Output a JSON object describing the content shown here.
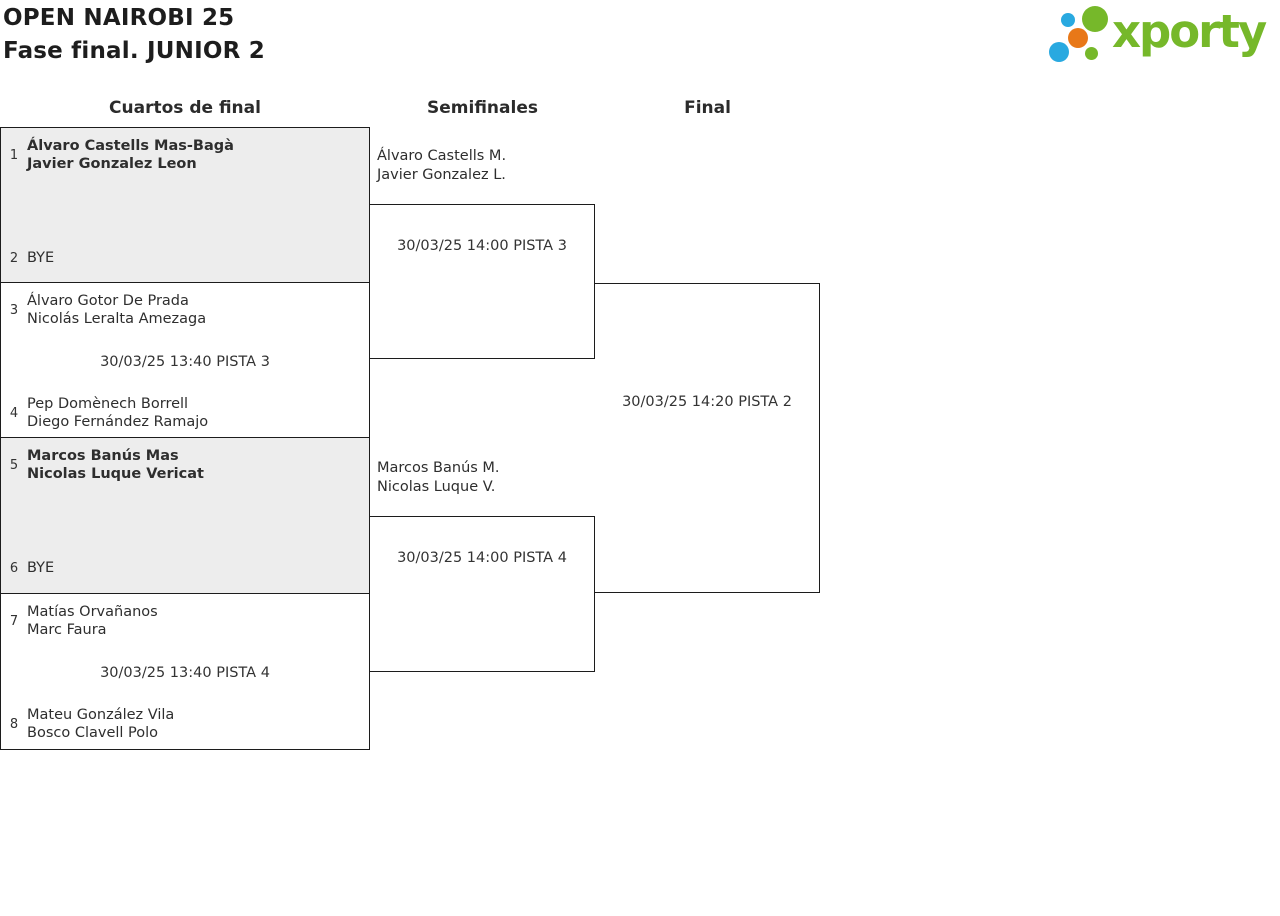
{
  "page": {
    "title_line1": "OPEN NAIROBI 25",
    "title_line2": "Fase final. JUNIOR 2"
  },
  "logo": {
    "wordmark": "xporty",
    "green": "#76b82a",
    "blue": "#29a9e0",
    "orange": "#e87818"
  },
  "round_headers": {
    "quarterfinals": "Cuartos de final",
    "semifinals": "Semifinales",
    "final": "Final"
  },
  "bracket": {
    "quarterfinals": [
      {
        "seed_a": "1",
        "team_a_line1": "Álvaro Castells Mas-Bagà",
        "team_a_line2": "Javier Gonzalez Leon",
        "seed_b": "2",
        "team_b_line1": "BYE",
        "match": ""
      },
      {
        "seed_a": "3",
        "team_a_line1": "Álvaro Gotor De Prada",
        "team_a_line2": "Nicolás Leralta Amezaga",
        "seed_b": "4",
        "team_b_line1": "Pep Domènech Borrell",
        "team_b_line2": "Diego Fernández Ramajo",
        "match": "30/03/25 13:40 PISTA 3"
      },
      {
        "seed_a": "5",
        "team_a_line1": "Marcos Banús Mas",
        "team_a_line2": "Nicolas Luque Vericat",
        "seed_b": "6",
        "team_b_line1": "BYE",
        "match": ""
      },
      {
        "seed_a": "7",
        "team_a_line1": "Matías Orvañanos",
        "team_a_line2": "Marc Faura",
        "seed_b": "8",
        "team_b_line1": "Mateu González Vila",
        "team_b_line2": "Bosco Clavell Polo",
        "match": "30/03/25 13:40 PISTA 4"
      }
    ],
    "semifinals": [
      {
        "team_line1": "Álvaro Castells M.",
        "team_line2": "Javier Gonzalez L.",
        "match": "30/03/25 14:00 PISTA 3"
      },
      {
        "team_line1": "Marcos Banús M.",
        "team_line2": "Nicolas Luque V.",
        "match": "30/03/25 14:00 PISTA 4"
      }
    ],
    "final": {
      "match": "30/03/25 14:20 PISTA 2"
    }
  }
}
